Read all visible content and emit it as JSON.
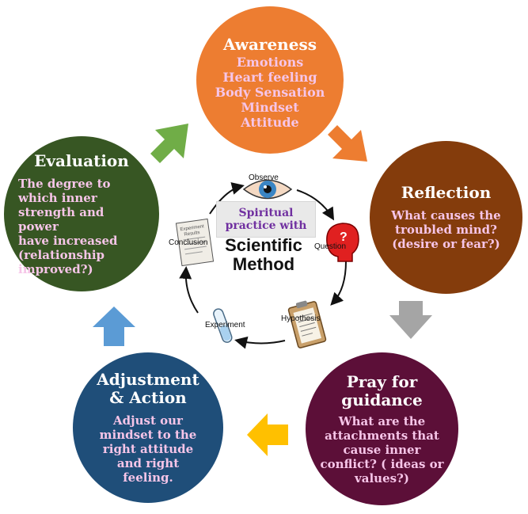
{
  "nodes": {
    "awareness": {
      "title": "Awareness",
      "lines": [
        "Emotions",
        "Heart feeling",
        "Body Sensation",
        "Mindset",
        "Attitude"
      ],
      "color": "#ed7d31"
    },
    "reflection": {
      "title": "Reflection",
      "lines": [
        "What causes the",
        "troubled mind?",
        "(desire or fear?)"
      ],
      "color": "#843c0c"
    },
    "pray": {
      "title_lines": [
        "Pray for",
        "guidance"
      ],
      "lines": [
        "What are the",
        "attachments that",
        "cause inner",
        "conflict? ( ideas or",
        "values?)"
      ],
      "color": "#5c0f38"
    },
    "adjust": {
      "title_lines": [
        "Adjustment",
        "& Action"
      ],
      "lines": [
        "Adjust our",
        "mindset to the",
        "right attitude",
        "and right",
        "feeling."
      ],
      "color": "#1f4e79"
    },
    "evaluation": {
      "title": "Evaluation",
      "lines": [
        "The degree to",
        "which inner",
        "strength and power",
        "have increased",
        "(relationship",
        "improved?)"
      ],
      "color": "#375623"
    }
  },
  "arrows": {
    "green": "#70ad47",
    "orange": "#ed7d31",
    "gray": "#a5a5a5",
    "yellow": "#ffc000",
    "blue": "#5b9bd5"
  },
  "center": {
    "line1": "Spiritual",
    "line2": "practice with",
    "title_line1": "Scientific",
    "title_line2": "Method",
    "accent": "#7030a0"
  },
  "cycle": {
    "observe": "Observe",
    "question": "Question",
    "hypothesis": "Hypothesis",
    "experiment": "Experiment",
    "conclusion": "Conclusion",
    "paper_line1": "Experiment",
    "paper_line2": "Results"
  }
}
